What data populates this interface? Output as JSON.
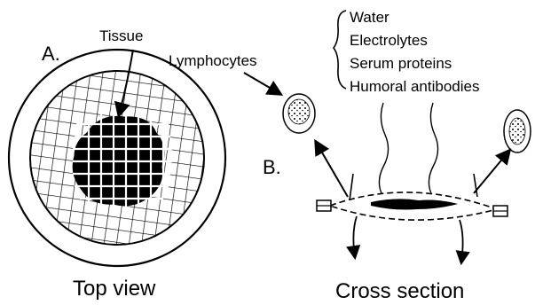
{
  "panel_a": {
    "letter": "A.",
    "tissue_label": "Tissue",
    "caption": "Top view"
  },
  "panel_b": {
    "letter": "B.",
    "lymphocytes_label": "Lymphocytes",
    "bracket_items": [
      "Water",
      "Electrolytes",
      "Serum proteins",
      "Humoral antibodies"
    ],
    "caption": "Cross section"
  }
}
